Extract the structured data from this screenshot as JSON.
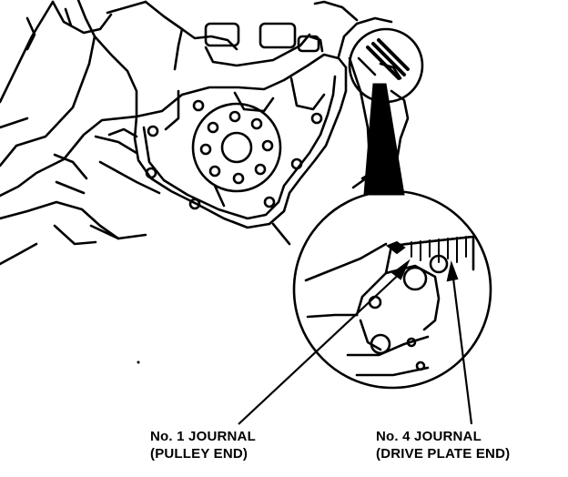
{
  "colors": {
    "ink": "#000000",
    "paper": "#ffffff"
  },
  "labels": {
    "journal_1": {
      "line1": "No. 1 JOURNAL",
      "line2": "(PULLEY END)"
    },
    "journal_4": {
      "line1": "No. 4 JOURNAL",
      "line2": "(DRIVE PLATE END)"
    }
  }
}
